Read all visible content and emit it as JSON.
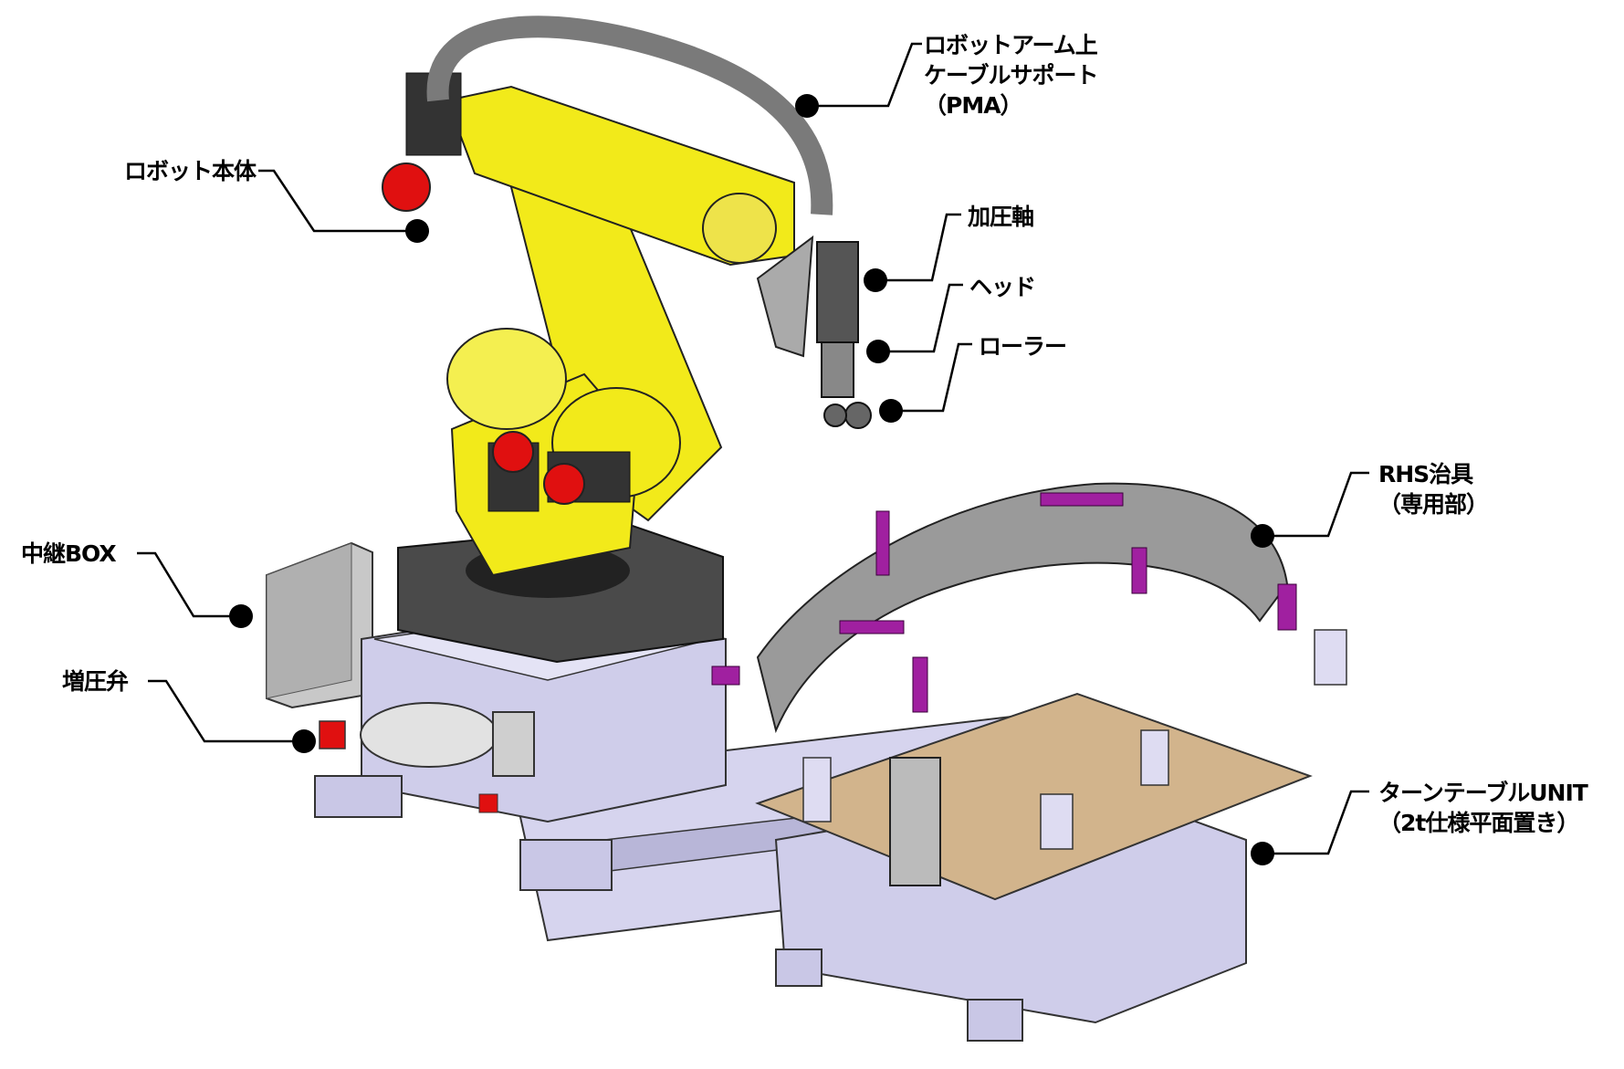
{
  "diagram": {
    "callouts": [
      {
        "id": "pma",
        "lines": [
          "ロボットアーム上",
          "ケーブルサポート",
          "（PMA）"
        ]
      },
      {
        "id": "pressure-axis",
        "lines": [
          "加圧軸"
        ]
      },
      {
        "id": "head",
        "lines": [
          "ヘッド"
        ]
      },
      {
        "id": "roller",
        "lines": [
          "ローラー"
        ]
      },
      {
        "id": "robot-body",
        "lines": [
          "ロボット本体"
        ]
      },
      {
        "id": "relay-box",
        "lines": [
          "中継BOX"
        ]
      },
      {
        "id": "booster-valve",
        "lines": [
          "増圧弁"
        ]
      },
      {
        "id": "rhs-jig",
        "lines": [
          "RHS治具",
          "（専用部）"
        ]
      },
      {
        "id": "turntable-unit",
        "lines": [
          "ターンテーブルUNIT",
          "（2t仕様平面置き）"
        ]
      }
    ],
    "colors": {
      "robot": "#f2ea1a",
      "motor_cap": "#e01010",
      "frame": "#c9c7e6",
      "jig_accent": "#a020a0",
      "plate": "#d2b48c",
      "cable": "#7a7a7a"
    }
  }
}
